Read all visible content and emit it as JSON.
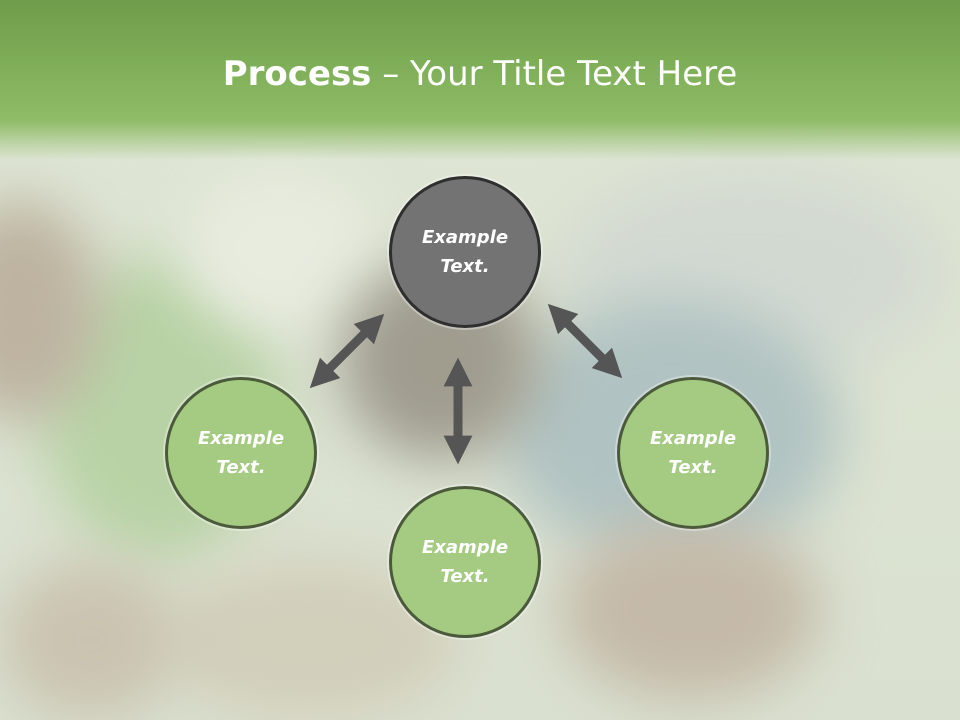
{
  "slide": {
    "title_bold": "Process",
    "title_rest": " – Your Title Text Here"
  },
  "nodes": [
    {
      "id": "top",
      "label": "Example Text.",
      "style": "gray"
    },
    {
      "id": "left",
      "label": "Example Text.",
      "style": "green"
    },
    {
      "id": "right",
      "label": "Example Text.",
      "style": "green"
    },
    {
      "id": "bottom",
      "label": "Example Text.",
      "style": "green"
    }
  ],
  "colors": {
    "header": "#7fae58",
    "node_green": "#a5cb83",
    "node_gray": "#737373",
    "arrow": "#555555"
  },
  "icons": [
    "double-headed-arrow"
  ]
}
